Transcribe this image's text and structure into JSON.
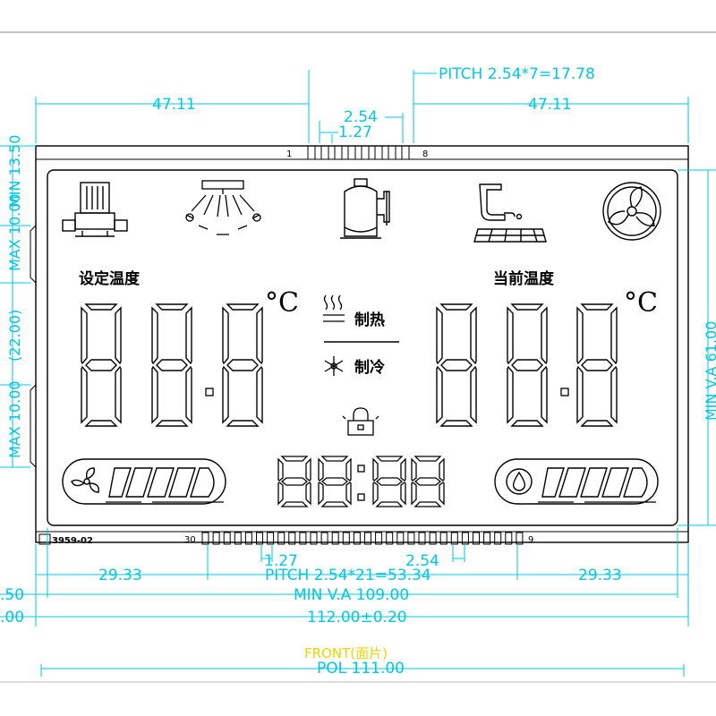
{
  "top_dims": {
    "pitch_top": "PITCH  2.54*7=17.78",
    "left_edge": "47.11",
    "right_edge": "47.11",
    "pitch_2_54": "2.54",
    "pitch_1_27": "1.27"
  },
  "pins": {
    "top_first": "1",
    "top_last": "8",
    "bottom_first": "30",
    "bottom_last": "9",
    "part_no": "3959-02"
  },
  "left_dims": {
    "min_13_50": "MIN 13.50",
    "max_10_a": "MAX 10.00",
    "d22": "(22.00)",
    "max_10_b": "MAX 10.00"
  },
  "right_dims": {
    "va_61": "MIN V.A 61.00"
  },
  "bottom_dims": {
    "left_29_33": "29.33",
    "right_29_33": "29.33",
    "pitch_bottom": "PITCH  2.54*21=53.34",
    "b_1_27": "1.27",
    "b_2_54": "2.54",
    "edge_50": ".50",
    "min_va_109": "MIN V.A 109.00",
    "edge_00": ".00",
    "overall": "112.00±0.20",
    "front": "FRONT(面片)",
    "pol": "POL 111.00"
  },
  "lcd": {
    "set_temp_label": "设定温度",
    "current_temp_label": "当前温度",
    "deg_c": "°C",
    "heat_label": "制热",
    "cool_label": "制冷",
    "digit_glyph": "8",
    "clock_colon": ":",
    "icons": [
      "pump-icon",
      "shower-icon",
      "compressor-icon",
      "faucet-heating-icon",
      "fan-icon",
      "heat-wave-icon",
      "snowflake-icon",
      "lock-icon",
      "fan-small-icon",
      "water-drop-icon"
    ]
  },
  "colors": {
    "dimension": "#00c8e0",
    "segment": "#000000",
    "front_label": "#e6d800"
  }
}
